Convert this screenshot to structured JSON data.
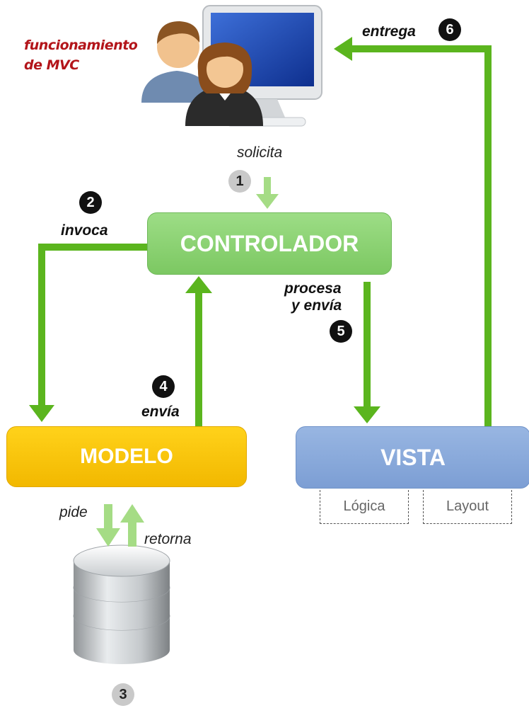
{
  "title": {
    "line1": "funcionamiento",
    "line2": "de MVC"
  },
  "boxes": {
    "controlador": "CONTROLADOR",
    "modelo": "MODELO",
    "vista": "VISTA"
  },
  "vista_parts": [
    "Lógica",
    "Layout"
  ],
  "steps": [
    {
      "n": "1",
      "label": "solicita"
    },
    {
      "n": "2",
      "label": "invoca"
    },
    {
      "n": "3",
      "label_a": "pide",
      "label_b": "retorna"
    },
    {
      "n": "4",
      "label": "envía"
    },
    {
      "n": "5",
      "label_a": "procesa",
      "label_b": "y envía"
    },
    {
      "n": "6",
      "label": "entrega"
    }
  ],
  "icons": [
    "users-at-computer-icon",
    "database-icon"
  ],
  "colors": {
    "arrow": "#5bb51e",
    "arrow_light": "#a5dc85",
    "controlador": "#8dd474",
    "modelo": "#fcc40b",
    "vista": "#88a8dc",
    "title": "#b3151a",
    "step_badge": "#111111",
    "step1_badge": "#c9c9c9"
  }
}
